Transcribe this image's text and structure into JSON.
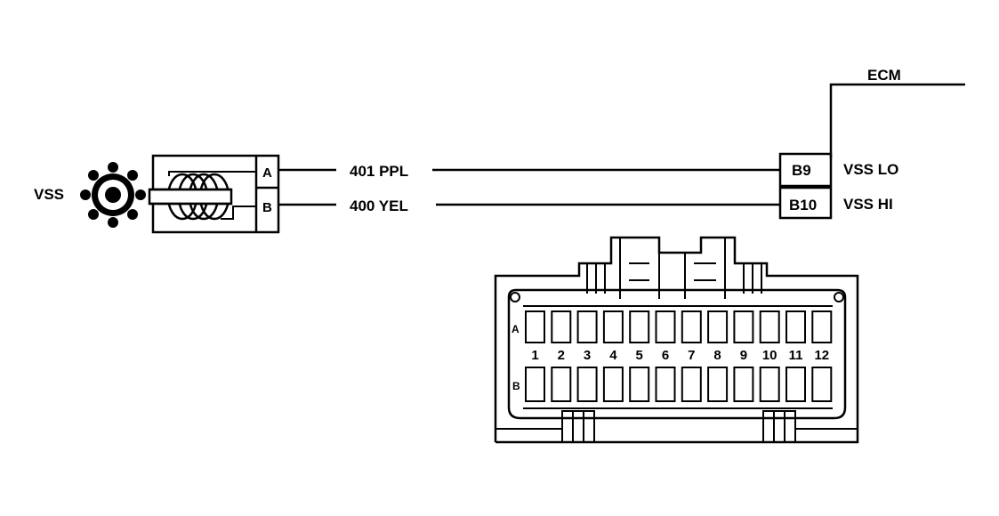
{
  "ecm": {
    "label": "ECM"
  },
  "sensor": {
    "label": "VSS"
  },
  "sensor_connector": {
    "pin_a": "A",
    "pin_b": "B"
  },
  "wires": [
    {
      "circuit": "401 PPL",
      "ecm_pin": "B9",
      "ecm_signal": "VSS LO"
    },
    {
      "circuit": "400 YEL",
      "ecm_pin": "B10",
      "ecm_signal": "VSS HI"
    }
  ],
  "ecm_connector": {
    "row_a_label": "A",
    "row_b_label": "B",
    "pin_numbers": [
      "1",
      "2",
      "3",
      "4",
      "5",
      "6",
      "7",
      "8",
      "9",
      "10",
      "11",
      "12"
    ]
  },
  "colors": {
    "line": "#000000",
    "background": "#ffffff"
  }
}
